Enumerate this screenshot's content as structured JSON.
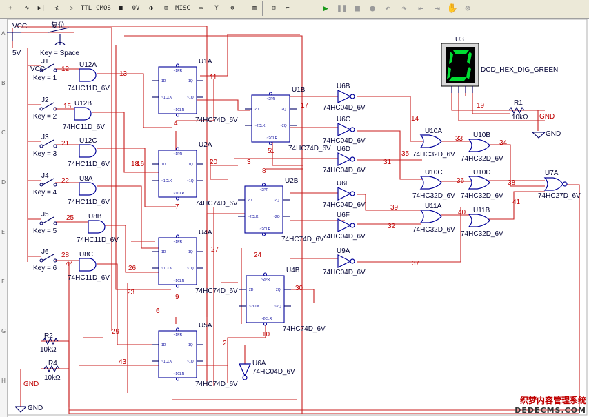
{
  "toolbar": {
    "left_buttons": [
      {
        "icon": "plus-icon",
        "label": "+"
      },
      {
        "icon": "sine-wave-icon",
        "label": "∿"
      },
      {
        "icon": "diode-icon",
        "label": "▶|"
      },
      {
        "icon": "transistor-icon",
        "label": "⊀"
      },
      {
        "icon": "opamp-icon",
        "label": "▷"
      },
      {
        "icon": "ttl-icon",
        "label": "TTL"
      },
      {
        "icon": "cmos-icon",
        "label": "CMOS"
      },
      {
        "icon": "digital-misc-icon",
        "label": "■"
      },
      {
        "icon": "mixed-icon",
        "label": "0V"
      },
      {
        "icon": "indicator-icon",
        "label": "◑"
      },
      {
        "icon": "power-icon",
        "label": "⊞"
      },
      {
        "icon": "misc-icon",
        "label": "MISC"
      },
      {
        "icon": "monitor-icon",
        "label": "▭"
      },
      {
        "icon": "antenna-icon",
        "label": "Y"
      },
      {
        "icon": "electromech-icon",
        "label": "⊛"
      },
      {
        "icon": "connector-icon",
        "label": "▥"
      },
      {
        "icon": "hierarchy-icon",
        "label": "⊟"
      },
      {
        "icon": "bus-icon",
        "label": "⌐"
      }
    ],
    "sim_buttons": [
      {
        "icon": "run-icon",
        "label": "▶"
      },
      {
        "icon": "pause-icon",
        "label": "❚❚"
      },
      {
        "icon": "stop-icon",
        "label": "■"
      },
      {
        "icon": "step-icon",
        "label": "●"
      },
      {
        "icon": "undo-icon",
        "label": "↶"
      },
      {
        "icon": "redo-icon",
        "label": "↷"
      },
      {
        "icon": "back-icon",
        "label": "⇤"
      },
      {
        "icon": "forward-icon",
        "label": "⇥"
      },
      {
        "icon": "pan-icon",
        "label": "✋"
      },
      {
        "icon": "zoom-icon",
        "label": "⊗"
      }
    ]
  },
  "ruler": {
    "rows": [
      "A",
      "B",
      "C",
      "D",
      "E",
      "F",
      "G",
      "H"
    ]
  },
  "schematic": {
    "power": {
      "vcc_label": "VCC",
      "vcc_value": "5V",
      "vcc_gate_label": "VCC",
      "gnd_label": "GND",
      "gnd_bottom_label": "GND",
      "gnd_right_label": "GND"
    },
    "reset": {
      "label": "复位",
      "key": "Key = Space"
    },
    "switches": [
      {
        "ref": "J1",
        "key": "Key = 1"
      },
      {
        "ref": "J2",
        "key": "Key = 2"
      },
      {
        "ref": "J3",
        "key": "Key = 3"
      },
      {
        "ref": "J4",
        "key": "Key = 4"
      },
      {
        "ref": "J5",
        "key": "Key = 5"
      },
      {
        "ref": "J6",
        "key": "Key = 6"
      }
    ],
    "and_gates": [
      {
        "ref": "U12A",
        "part": "74HC11D_6V"
      },
      {
        "ref": "U12B",
        "part": "74HC11D_6V"
      },
      {
        "ref": "U12C",
        "part": "74HC11D_6V"
      },
      {
        "ref": "U8A",
        "part": "74HC11D_6V"
      },
      {
        "ref": "U8B",
        "part": "74HC11D_6V"
      },
      {
        "ref": "U8C",
        "part": "74HC11D_6V"
      }
    ],
    "flipflops": [
      {
        "ref": "U1A",
        "part": "74HC74D_6V"
      },
      {
        "ref": "U1B",
        "part": "74HC74D_6V"
      },
      {
        "ref": "U2A",
        "part": "74HC74D_6V"
      },
      {
        "ref": "U2B",
        "part": "74HC74D_6V"
      },
      {
        "ref": "U4A",
        "part": "74HC74D_6V"
      },
      {
        "ref": "U4B",
        "part": "74HC74D_6V"
      },
      {
        "ref": "U5A",
        "part": "74HC74D_6V"
      }
    ],
    "ff_pins": {
      "pr": "~1PR",
      "d": "1D",
      "clk": "~1CLK",
      "clr": "~1CLR",
      "q": "1Q",
      "qn": "~1Q",
      "pr2": "~2PR",
      "d2": "2D",
      "clk2": "~2CLK",
      "clr2": "~2CLR",
      "q2": "2Q",
      "qn2": "~2Q"
    },
    "inverters": [
      {
        "ref": "U6B",
        "part": "74HC04D_6V"
      },
      {
        "ref": "U6C",
        "part": "74HC04D_6V"
      },
      {
        "ref": "U6D",
        "part": "74HC04D_6V"
      },
      {
        "ref": "U6E",
        "part": "74HC04D_6V"
      },
      {
        "ref": "U6F",
        "part": "74HC04D_6V"
      },
      {
        "ref": "U9A",
        "part": "74HC04D_6V"
      },
      {
        "ref": "U6A",
        "part": "74HC04D_6V"
      }
    ],
    "or_gates": [
      {
        "ref": "U10A",
        "part": "74HC32D_6V"
      },
      {
        "ref": "U10B",
        "part": "74HC32D_6V"
      },
      {
        "ref": "U10C",
        "part": "74HC32D_6V"
      },
      {
        "ref": "U10D",
        "part": "74HC32D_6V"
      },
      {
        "ref": "U11A",
        "part": "74HC32D_6V"
      },
      {
        "ref": "U11B",
        "part": "74HC32D_6V"
      }
    ],
    "nor_gate": {
      "ref": "U7A",
      "part": "74HC27D_6V"
    },
    "display": {
      "ref": "U3",
      "part": "DCD_HEX_DIG_GREEN",
      "digit": "0",
      "color": "#00dd33"
    },
    "resistors": [
      {
        "ref": "R1",
        "value": "10kΩ"
      },
      {
        "ref": "R2",
        "value": "10kΩ"
      },
      {
        "ref": "R4",
        "value": "10kΩ"
      }
    ],
    "nets": [
      "12",
      "13",
      "11",
      "4",
      "17",
      "14",
      "15",
      "19",
      "21",
      "20",
      "3",
      "1",
      "18",
      "16",
      "8",
      "22",
      "7",
      "25",
      "5",
      "2",
      "6",
      "9",
      "10",
      "23",
      "24",
      "26",
      "27",
      "28",
      "29",
      "30",
      "31",
      "32",
      "33",
      "34",
      "35",
      "36",
      "37",
      "38",
      "39",
      "40",
      "41",
      "43",
      "44"
    ]
  },
  "watermark": {
    "cn": "织梦内容管理系统",
    "url": "DEDECMS.COM"
  },
  "colors": {
    "wire": "#c81e1e",
    "component": "#000099",
    "toolbar": "#ece9d8",
    "display_bg": "#000000",
    "segment": "#00dd33"
  }
}
